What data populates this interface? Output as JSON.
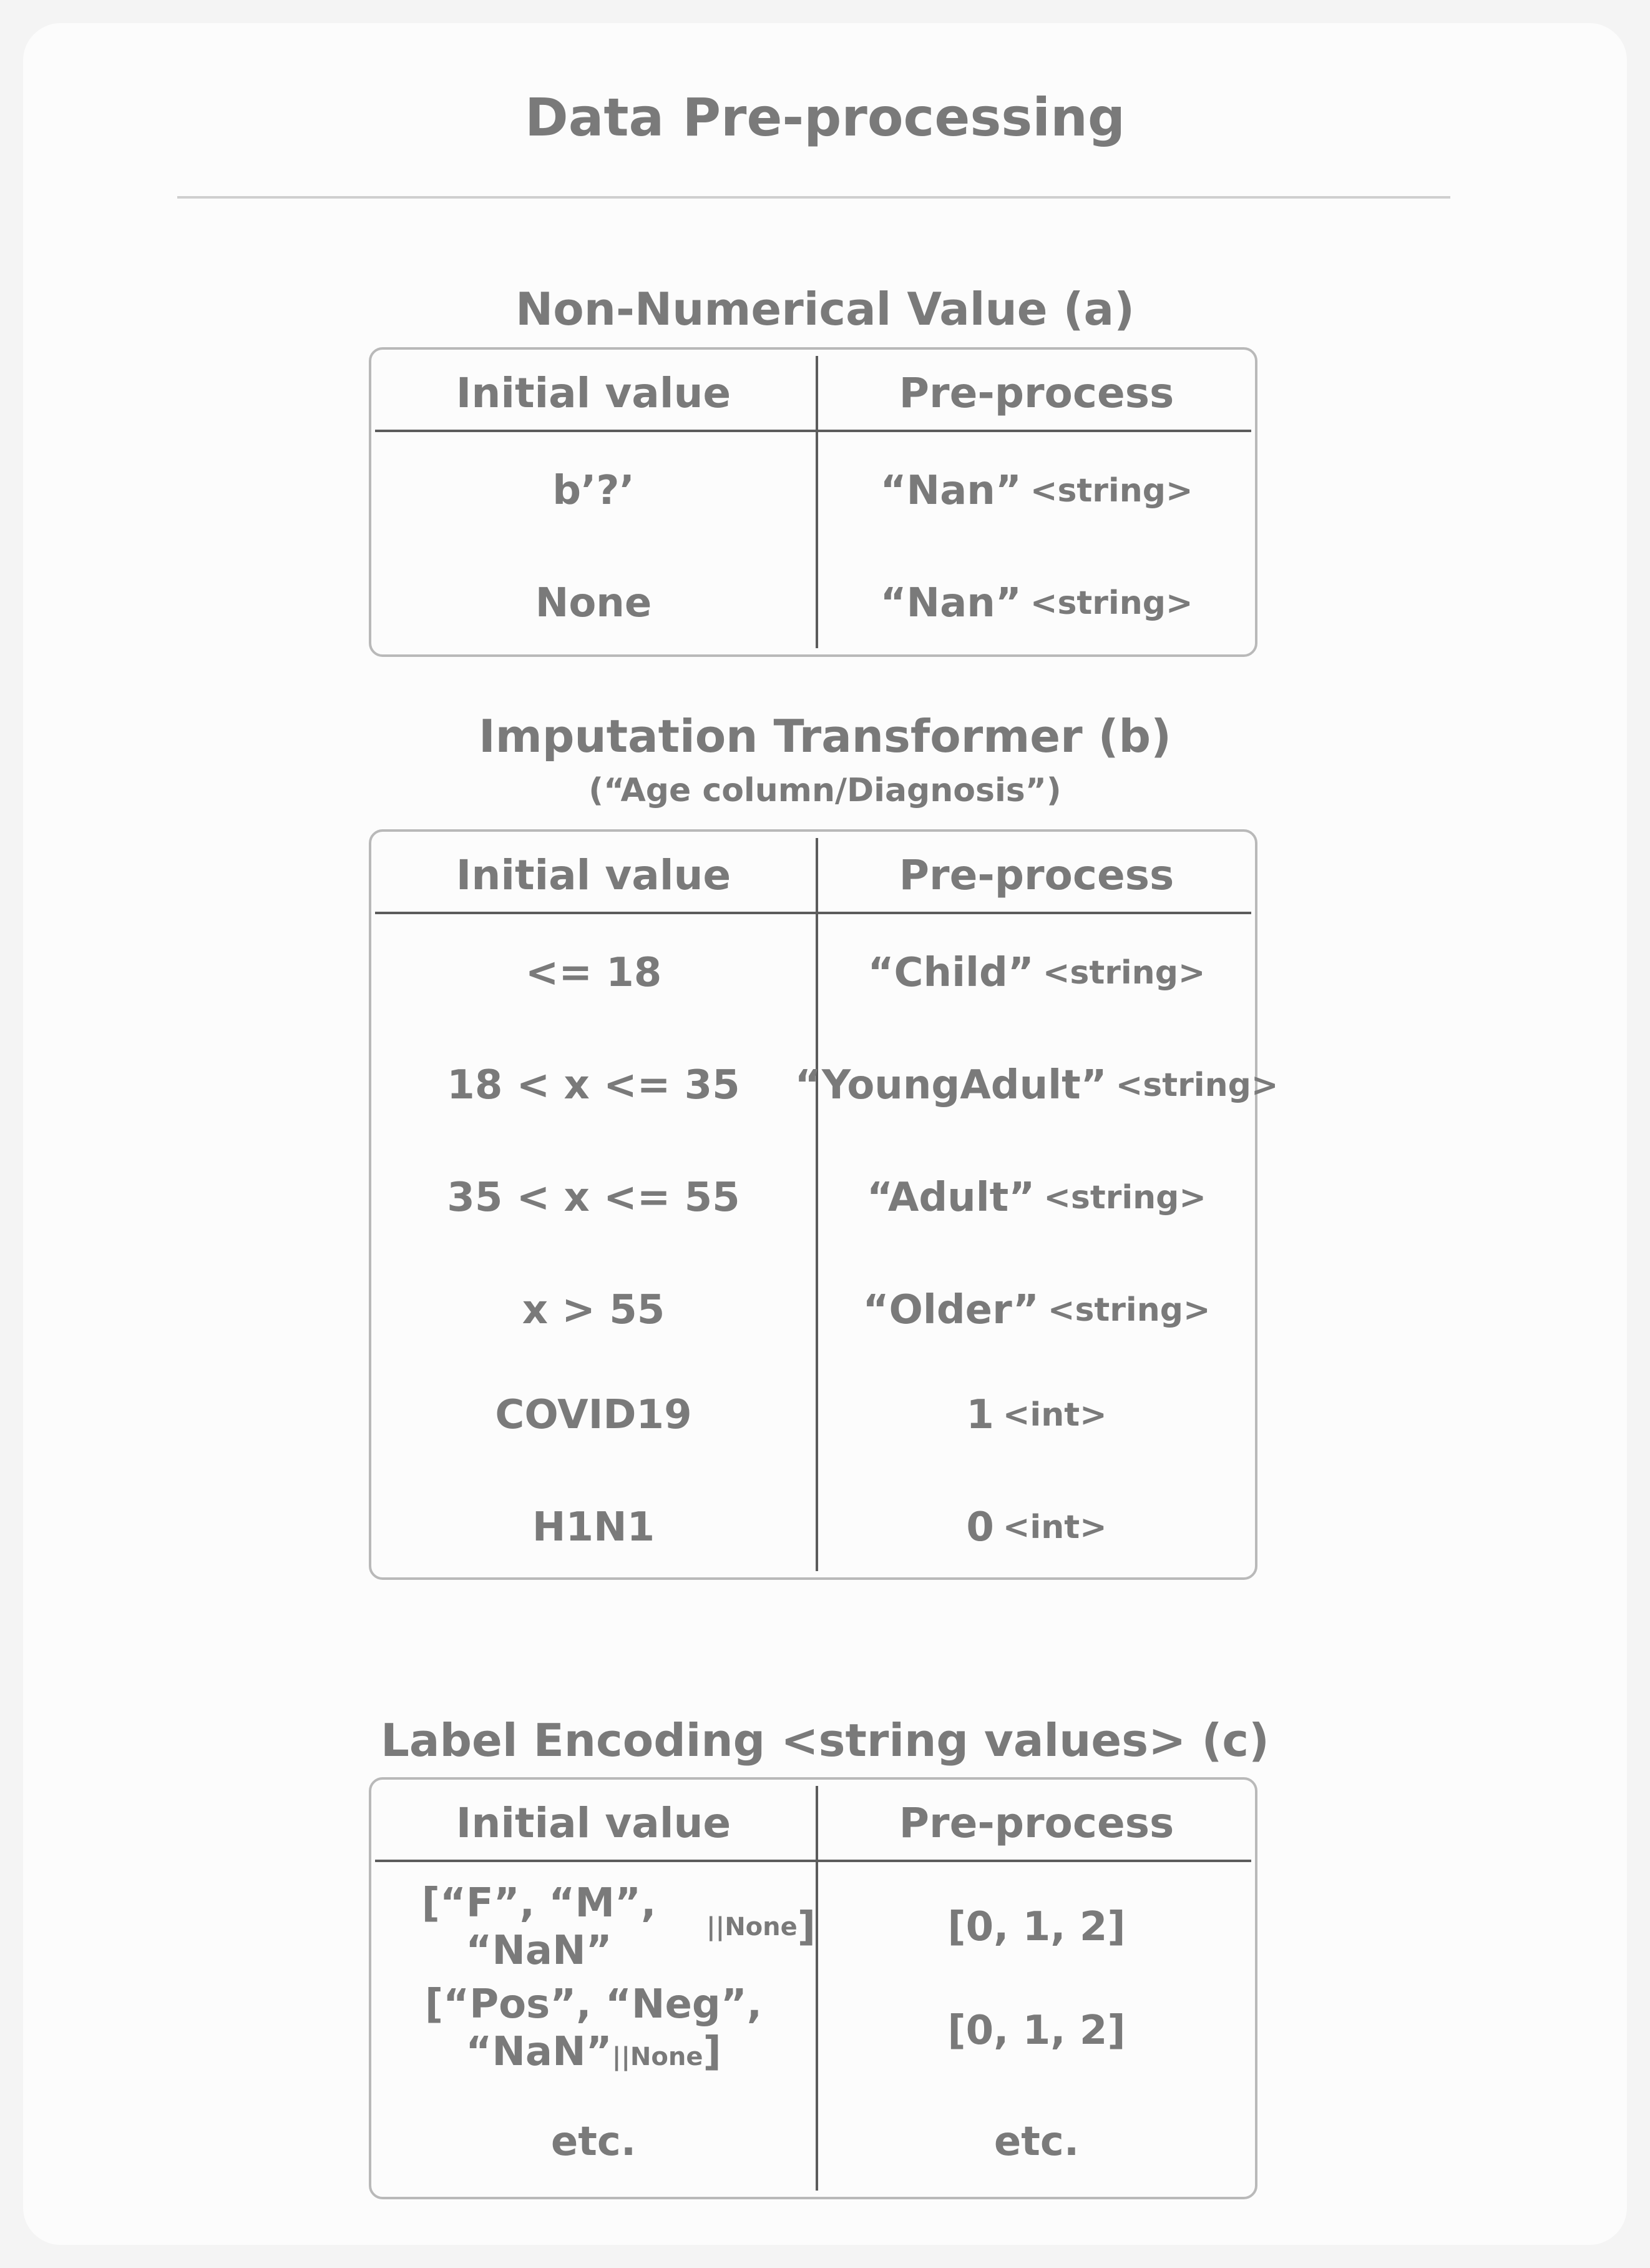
{
  "title": "Data Pre-processing",
  "sections": [
    {
      "title": "Non-Numerical Value (a)",
      "header": [
        "Initial value",
        "Pre-process"
      ],
      "rows": [
        {
          "initial": "b’?’",
          "value": "“Nan”",
          "type": "<string>"
        },
        {
          "initial": "None",
          "value": "“Nan”",
          "type": "<string>"
        }
      ]
    },
    {
      "title": "Imputation Transformer (b)",
      "subtitle": "(“Age column/Diagnosis”)",
      "header": [
        "Initial value",
        "Pre-process"
      ],
      "rows": [
        {
          "initial": "<= 18",
          "value": "“Child”",
          "type": "<string>"
        },
        {
          "initial": "18 < x <= 35",
          "value": "“YoungAdult”",
          "type": "<string>"
        },
        {
          "initial": "35 < x <= 55",
          "value": "“Adult”",
          "type": "<string>"
        },
        {
          "initial": "x > 55",
          "value": "“Older”",
          "type": "<string>"
        },
        {
          "initial": "COVID19",
          "value": "1",
          "type": "<int>"
        },
        {
          "initial": "H1N1",
          "value": "0",
          "type": "<int>"
        }
      ]
    },
    {
      "title": "Label Encoding <string values> (c)",
      "header": [
        "Initial value",
        "Pre-process"
      ],
      "rows": [
        {
          "initial_main": "[“F”, “M”, “NaN”",
          "initial_sub": "||None",
          "initial_end": "]",
          "value": "[0, 1, 2]"
        },
        {
          "initial_line1": "[“Pos”, “Neg”,",
          "initial_line2": "“NaN”",
          "initial_sub": "||None",
          "initial_end": "]",
          "value": "[0, 1, 2]"
        },
        {
          "initial": "etc.",
          "value": "etc."
        }
      ]
    }
  ]
}
